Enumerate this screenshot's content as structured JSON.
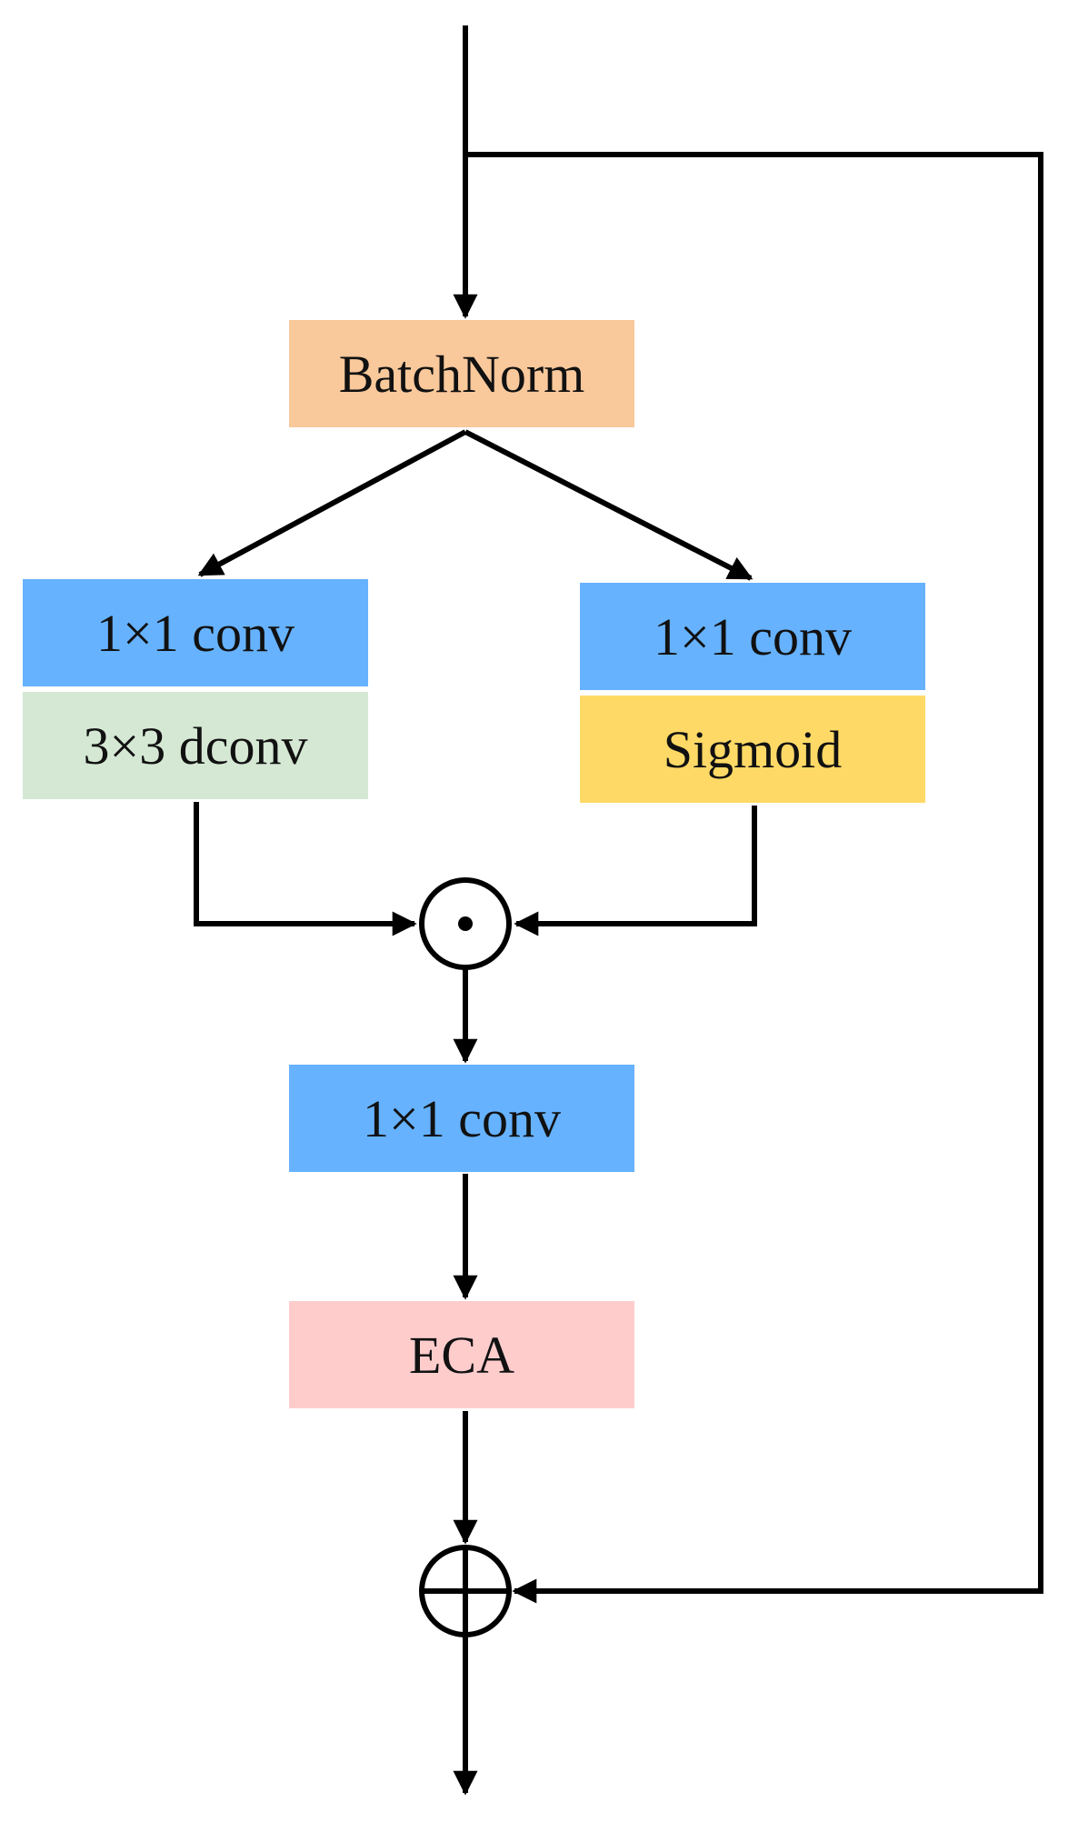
{
  "blocks": {
    "batchnorm": "BatchNorm",
    "left_conv": "1×1 conv",
    "left_dconv": "3×3 dconv",
    "right_conv": "1×1 conv",
    "right_sigmoid": "Sigmoid",
    "mid_conv": "1×1 conv",
    "eca": "ECA"
  },
  "operators": {
    "elementwise_multiply": "⊙",
    "add": "⊕"
  },
  "colors": {
    "batchnorm": "#F9C89B",
    "conv": "#66B2FF",
    "dconv": "#D5E8D4",
    "sigmoid": "#FFD966",
    "eca": "#FFCCCC",
    "line": "#000000"
  }
}
